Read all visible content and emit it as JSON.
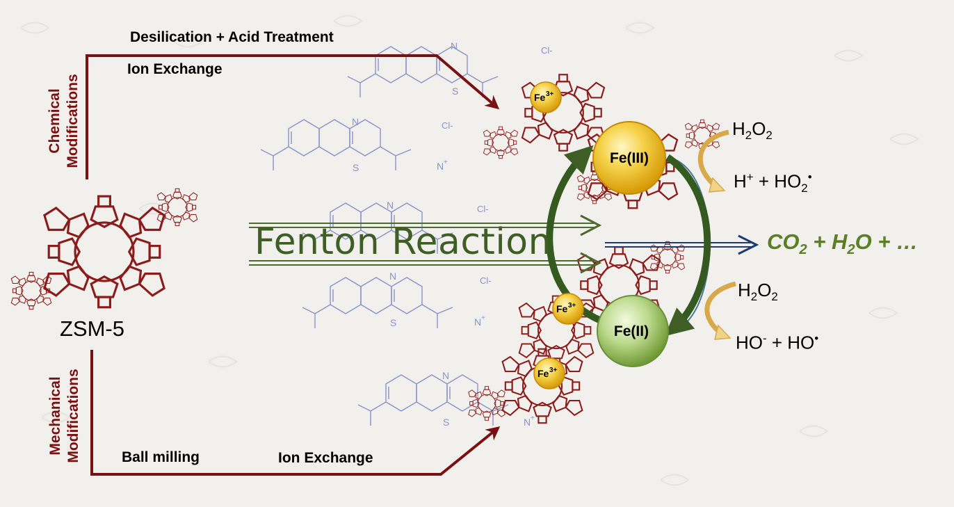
{
  "chemical_modifications_label": "Chemical\nModifications",
  "mechanical_modifications_label": "Mechanical\nModifications",
  "desilication_label": "Desilication + Acid Treatment",
  "ion_exchange_top_label": "Ion Exchange",
  "zsm5_label": "ZSM-5",
  "ball_milling_label": "Ball milling",
  "ion_exchange_bottom_label": "Ion Exchange",
  "fenton_label": "Fenton Reaction",
  "fe3_sphere_label": "Fe(III)",
  "fe2_sphere_label": "Fe(II)",
  "fe3_small_label": "Fe",
  "fe3_small_charge": "3+",
  "chloride_label": "Cl-",
  "sulfur_label": "S",
  "nitrogen_label": "N",
  "nitrogen_plus_label": "N",
  "plus_charge": "+",
  "h2o2_top": {
    "h": "H",
    "sub": "2",
    "o": "O",
    "sub2": "2"
  },
  "h2o2_bottom": {
    "h": "H",
    "sub": "2",
    "o": "O",
    "sub2": "2"
  },
  "hplus_ho2": {
    "h": "H",
    "sup": "+",
    "mid": " + HO",
    "sub": "2",
    "dot": "•"
  },
  "hominus_ho": {
    "ho": "HO",
    "sup": "-",
    "mid": " + HO",
    "dot": "•"
  },
  "products": {
    "co": "CO",
    "sub": "2",
    "mid": " + H",
    "sub2": "2",
    "end": "O + …"
  },
  "colors": {
    "dark_red": "#7a1012",
    "framework": "#8c1b1b",
    "fenton_green": "#3f5e26",
    "product_green": "#5c7f26",
    "navy": "#1f3a6e",
    "dye_blue": "#8a92c9",
    "fe3_gold": "#f3c122",
    "fe2_green": "#9bc25a"
  }
}
